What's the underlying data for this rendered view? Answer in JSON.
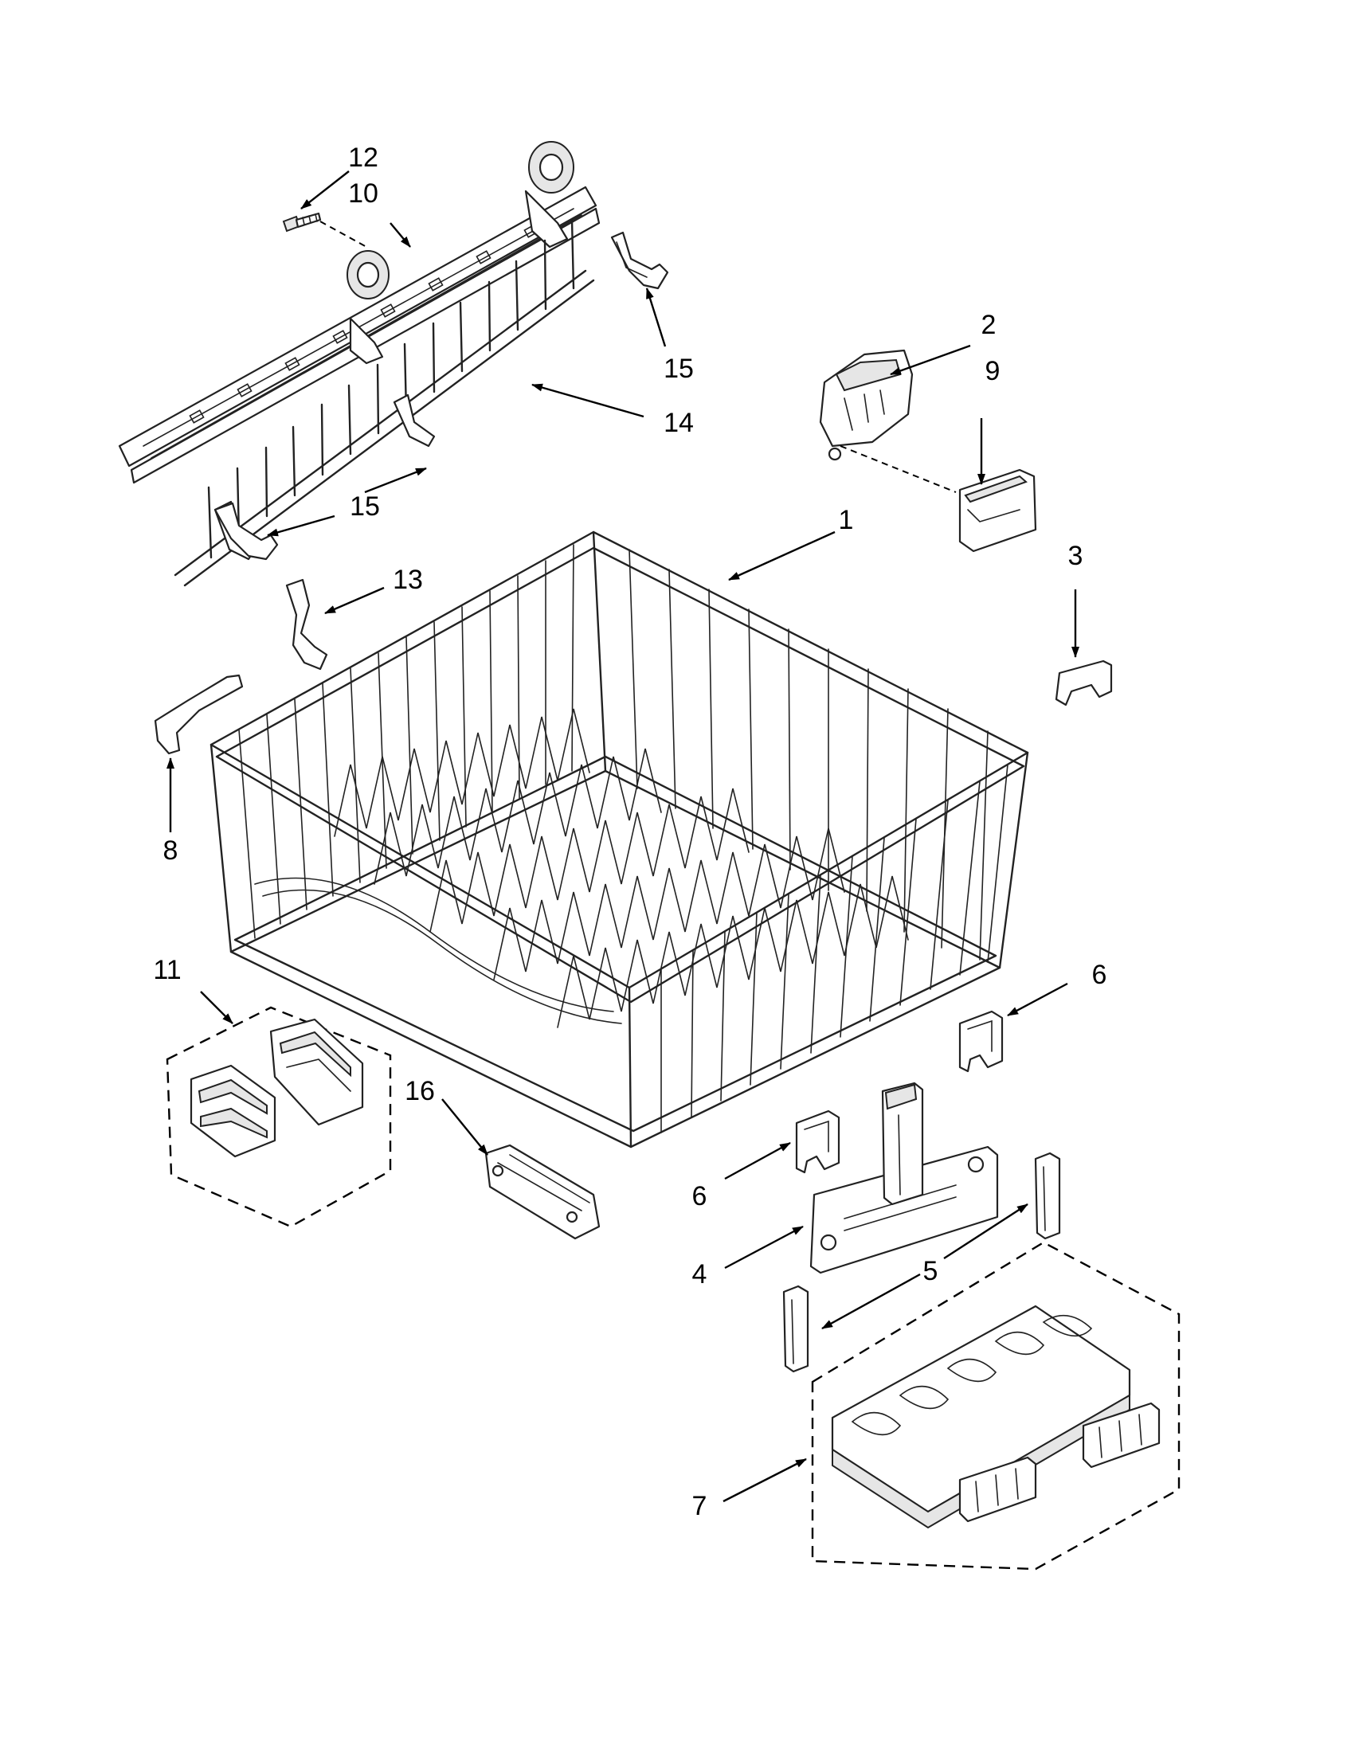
{
  "callouts": {
    "c1": "1",
    "c2": "2",
    "c3": "3",
    "c4": "4",
    "c5": "5",
    "c6a": "6",
    "c6b": "6",
    "c7": "7",
    "c8": "8",
    "c9": "9",
    "c10": "10",
    "c11": "11",
    "c12": "12",
    "c13": "13",
    "c14": "14",
    "c15a": "15",
    "c15b": "15",
    "c16": "16"
  }
}
